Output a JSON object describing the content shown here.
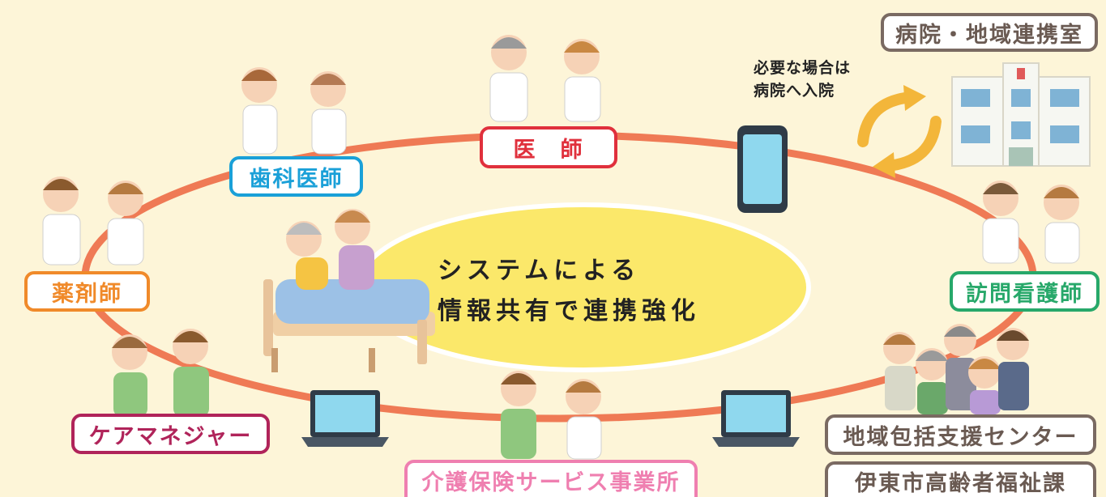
{
  "center": {
    "line1": "システムによる",
    "line2": "情報共有で連携強化"
  },
  "note": {
    "line1": "必要な場合は",
    "line2": "病院へ入院"
  },
  "labels": {
    "doctor": "医　師",
    "dentist": "歯科医師",
    "pharmacist": "薬剤師",
    "care_manager": "ケアマネジャー",
    "care_service": "介護保険サービス事業所",
    "hospital": "病院・地域連携室",
    "visiting_nurse": "訪問看護師",
    "community_center": "地域包括支援センター",
    "city_welfare": "伊東市高齢者福祉課"
  },
  "colors": {
    "background": "#fdf5d8",
    "ring": "#ef7a55",
    "ellipse": "#fbe86a",
    "doctor": "#e0303c",
    "dentist": "#1aa0d8",
    "pharmacist": "#f08a2a",
    "care_manager": "#b0245a",
    "care_service": "#ef7fb0",
    "hospital": "#7a6a62",
    "visiting_nurse": "#27a86a",
    "community_center": "#7a6a62",
    "city_welfare": "#7a6a62"
  },
  "icons": [
    "smartphone-icon",
    "laptop-icon",
    "hospital-building-icon",
    "sync-arrows-icon",
    "bed-patient-icon",
    "person-icon"
  ]
}
